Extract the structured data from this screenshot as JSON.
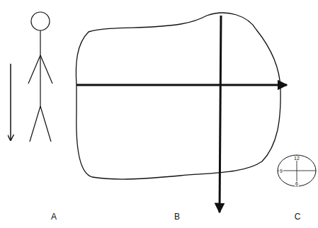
{
  "diagram": {
    "nodes": [
      {
        "text": [
          "12",
          "9",
          "6"
        ]
      }
    ],
    "labels": [
      "A",
      "B",
      "C"
    ]
  }
}
